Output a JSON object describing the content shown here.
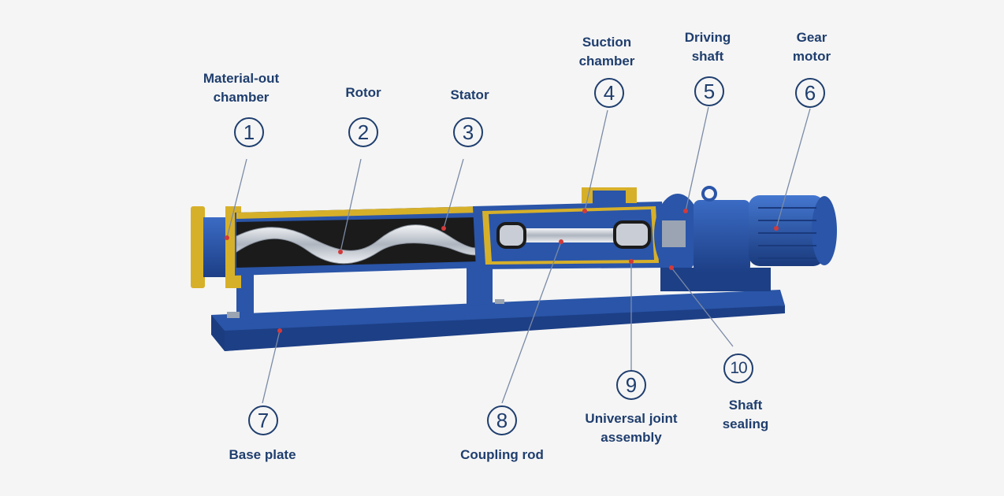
{
  "diagram": {
    "callouts": [
      {
        "number": "1",
        "label_line1": "Material-out",
        "label_line2": "chamber"
      },
      {
        "number": "2",
        "label_line1": "Rotor",
        "label_line2": ""
      },
      {
        "number": "3",
        "label_line1": "Stator",
        "label_line2": ""
      },
      {
        "number": "4",
        "label_line1": "Suction",
        "label_line2": "chamber"
      },
      {
        "number": "5",
        "label_line1": "Driving",
        "label_line2": "shaft"
      },
      {
        "number": "6",
        "label_line1": "Gear",
        "label_line2": "motor"
      },
      {
        "number": "7",
        "label_line1": "Base plate",
        "label_line2": ""
      },
      {
        "number": "8",
        "label_line1": "Coupling rod",
        "label_line2": ""
      },
      {
        "number": "9",
        "label_line1": "Universal joint",
        "label_line2": "assembly"
      },
      {
        "number": "10",
        "label_line1": "Shaft",
        "label_line2": "sealing"
      }
    ],
    "colors": {
      "label": "#1f3e6e",
      "pump_blue": "#2a55a8",
      "pump_blue_dark": "#1c3c80",
      "stator_yellow": "#d7b02a",
      "rubber_black": "#1b1b1b",
      "steel": "#c9ced6",
      "marker_red": "#d23a3a",
      "leader_line": "#7a8aa6"
    }
  }
}
